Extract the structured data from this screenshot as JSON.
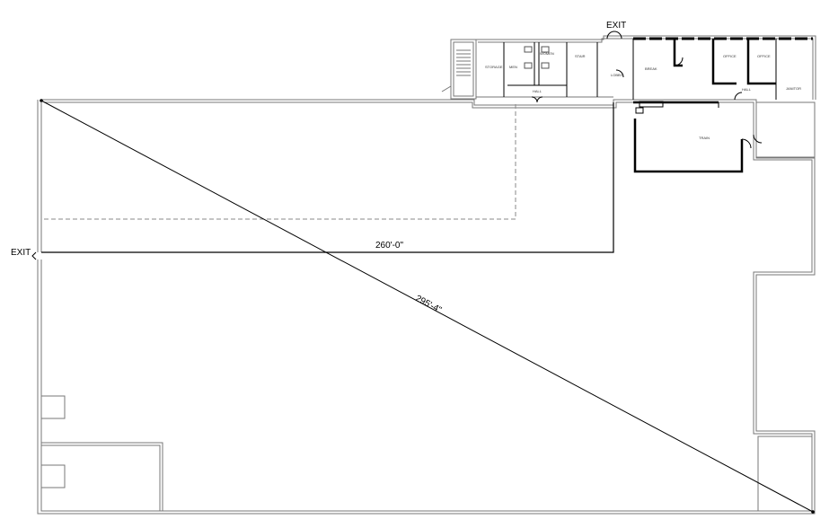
{
  "labels": {
    "exit_top": "EXIT",
    "exit_left": "EXIT",
    "dimension_horizontal": "260'-0\"",
    "dimension_diagonal": "295'-4\""
  },
  "rooms": {
    "storage": "STORAGE",
    "mens": "MEN",
    "womens": "WOMEN",
    "stair": "STAIR",
    "hall": "HALL",
    "lobby": "LOBBY",
    "break": "BREAK",
    "office_1": "OFFICE",
    "office_2": "OFFICE",
    "hall_2": "HALL",
    "jan": "JANITOR",
    "train": "TRAIN"
  },
  "colors": {
    "wall": "#000000",
    "wall_light": "#777777",
    "dashed": "#888888"
  }
}
